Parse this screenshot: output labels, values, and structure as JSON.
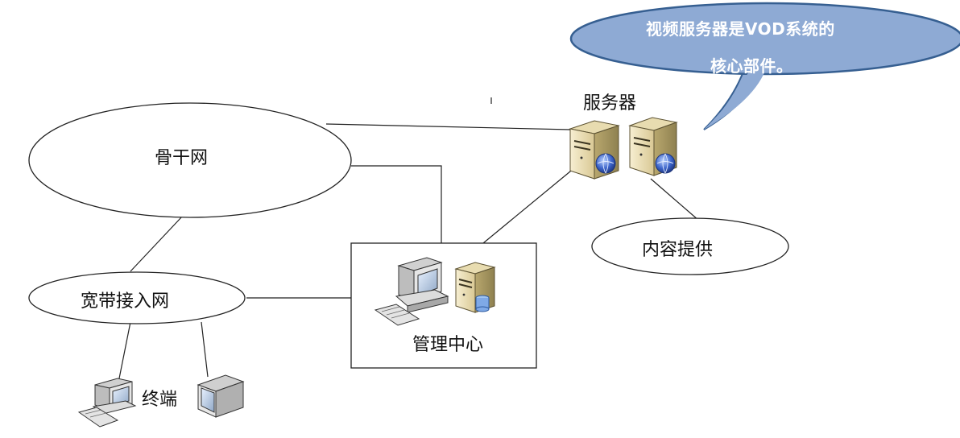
{
  "callout": {
    "line1": "视频服务器是VOD系统的",
    "line2": "核心部件。",
    "fill": "#8eaad4",
    "stroke": "#365f91"
  },
  "nodes": {
    "backbone": "骨干网",
    "access": "宽带接入网",
    "content": "内容提供",
    "servers": "服务器",
    "management": "管理中心",
    "terminal": "终端"
  }
}
